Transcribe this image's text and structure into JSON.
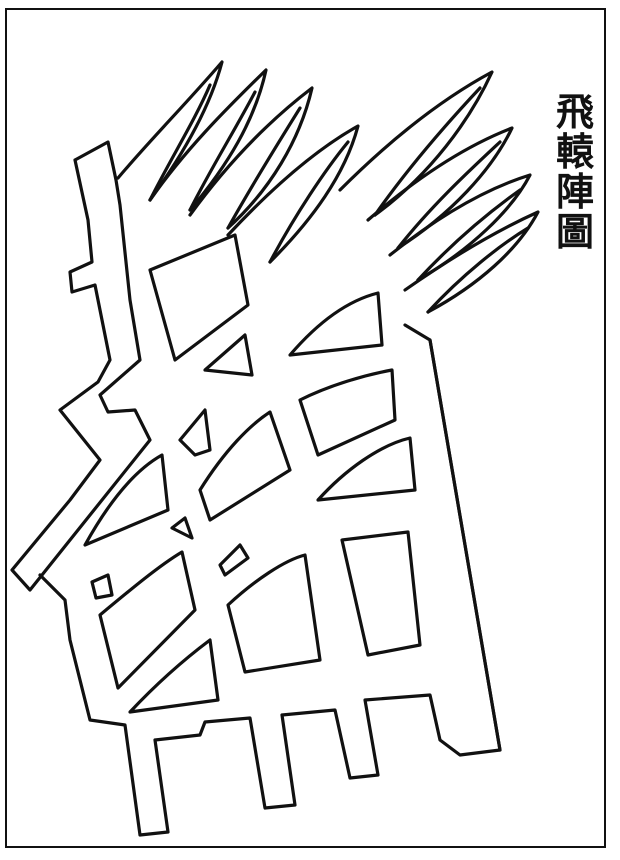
{
  "title": {
    "chars": [
      "飛",
      "轅",
      "陣",
      "圖"
    ]
  },
  "colors": {
    "ink": "#111111",
    "paper": "#ffffff"
  }
}
